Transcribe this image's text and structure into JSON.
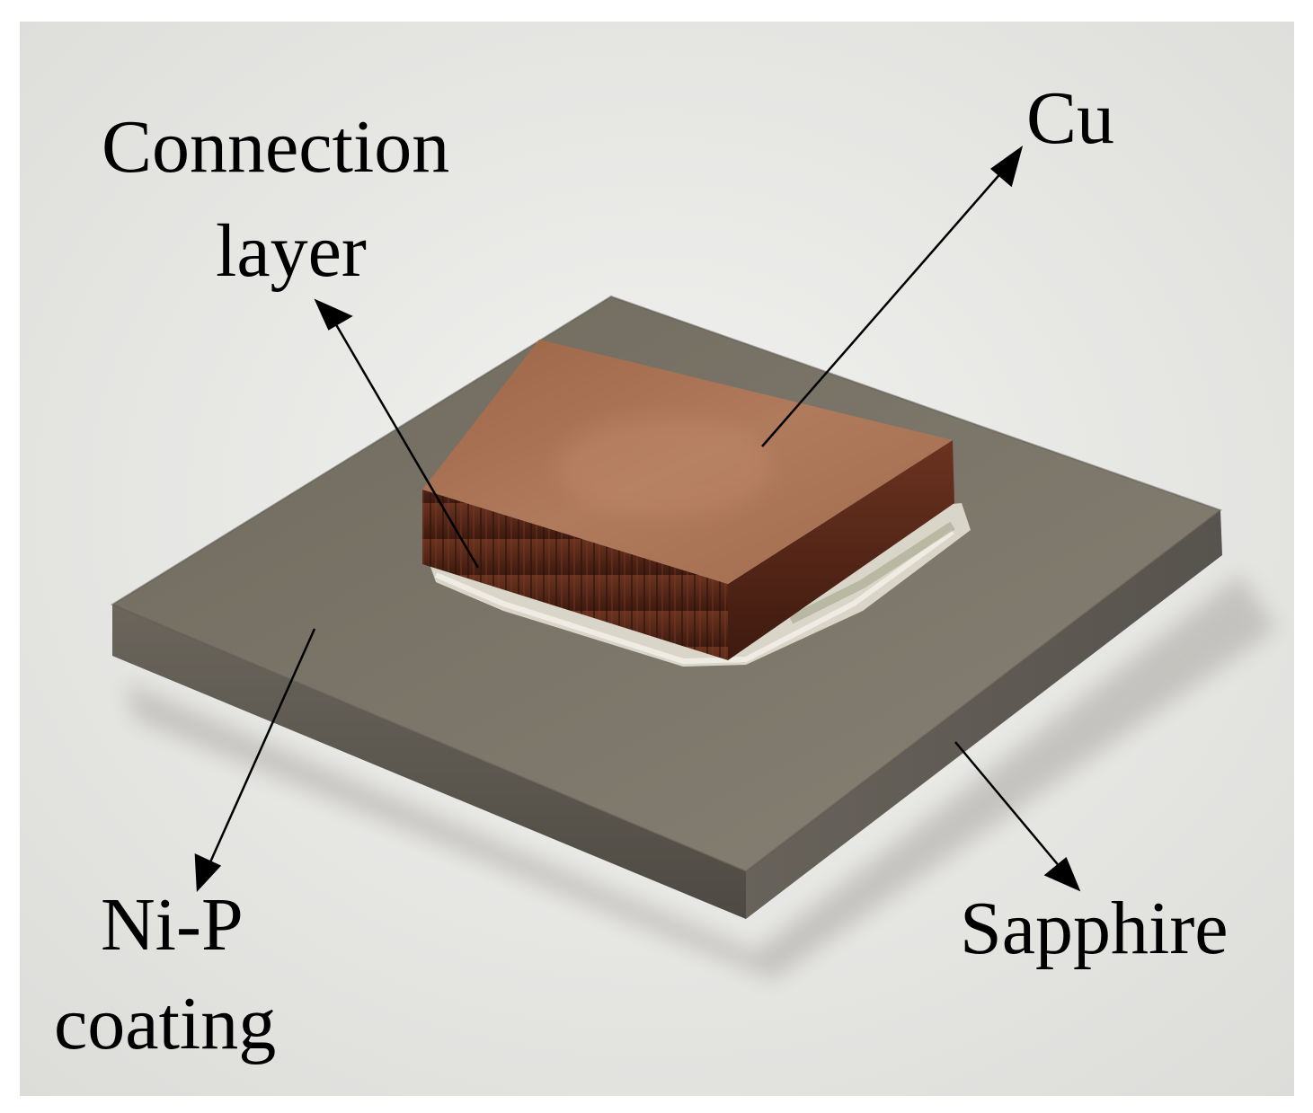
{
  "labels": {
    "connection_line1": "Connection",
    "connection_line2": "layer",
    "cu": "Cu",
    "nip_line1": "Ni-P",
    "nip_line2": "coating",
    "sapphire": "Sapphire"
  },
  "colors": {
    "background": "#e9e9e7",
    "plate_top": "#7a7566",
    "plate_edge": "#5f5a50",
    "copper_top": "#a8704e",
    "copper_side": "#5a2a18",
    "joint": "#d8d4c6",
    "label_text": "#000000",
    "arrow": "#000000"
  }
}
